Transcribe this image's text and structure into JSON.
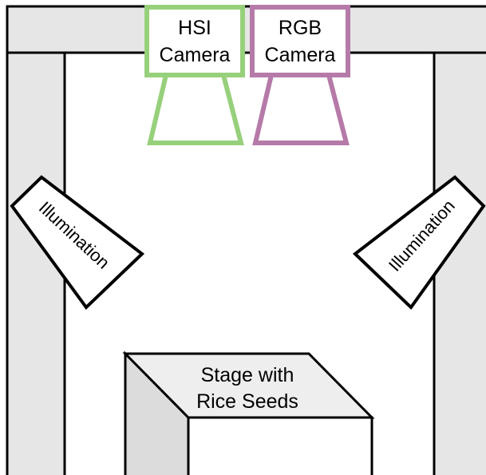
{
  "diagram": {
    "hsi_camera": {
      "line1": "HSI",
      "line2": "Camera",
      "color": "#97d07b"
    },
    "rgb_camera": {
      "line1": "RGB",
      "line2": "Camera",
      "color": "#b67aa8"
    },
    "illumination_left": {
      "label": "Illumination"
    },
    "illumination_right": {
      "label": "Illumination"
    },
    "stage": {
      "line1": "Stage with",
      "line2": "Rice Seeds"
    },
    "colors": {
      "frame_fill": "#e6e6e6",
      "frame_stroke": "#000000",
      "stage_top": "#eeeeee",
      "stage_side": "#dcdcdc",
      "stage_front": "#ffffff"
    }
  }
}
